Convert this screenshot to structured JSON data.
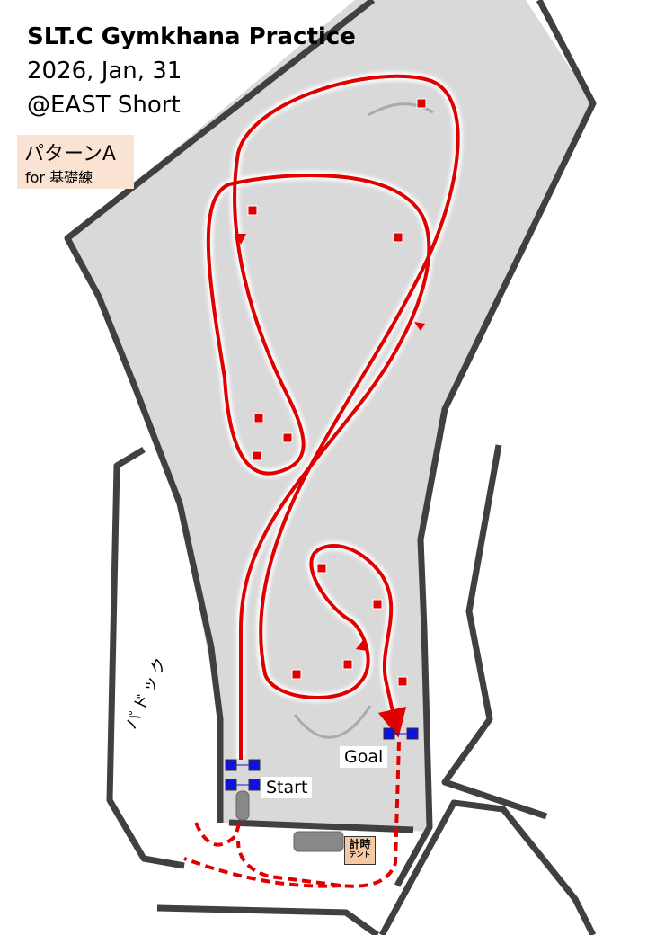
{
  "header": {
    "title": "SLT.C Gymkhana Practice",
    "date": "2026, Jan, 31",
    "venue": "@EAST Short"
  },
  "pattern": {
    "name": "パターンA",
    "subtitle": "for 基礎練"
  },
  "labels": {
    "start": "Start",
    "goal": "Goal",
    "paddock": "パドック",
    "tent_line1": "計時",
    "tent_line2": "テント"
  },
  "colors": {
    "course": "#d9d9d9",
    "border": "#404040",
    "route": "#e00000",
    "cone": "#e00000",
    "marker": "#1010e0",
    "label_bg": "#fbe3d4"
  }
}
